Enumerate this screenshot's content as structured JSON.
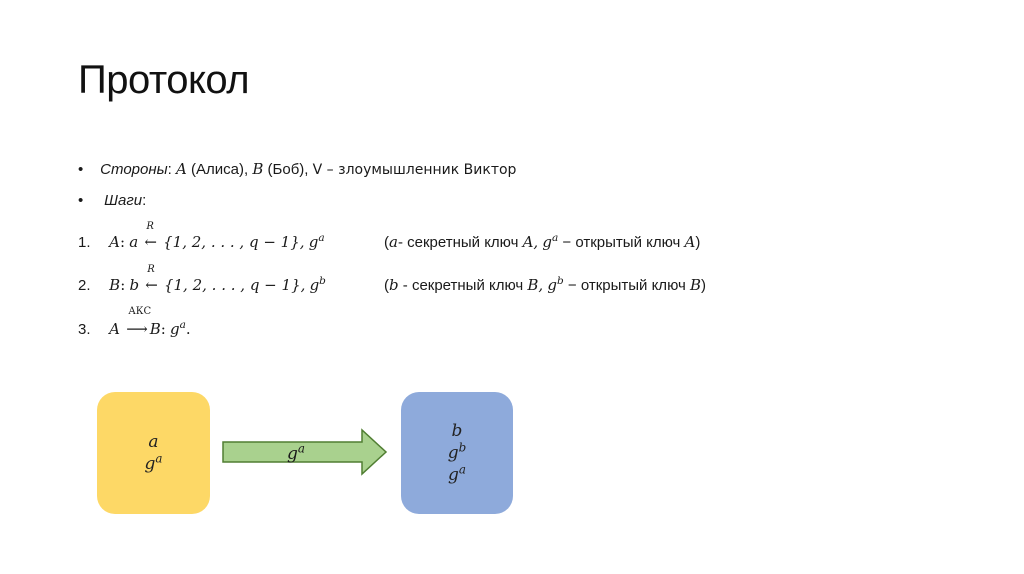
{
  "title": "Протокол",
  "bullets": {
    "parties": {
      "label": "Стороны",
      "colon": ":",
      "a_sym": "A",
      "a_name": "(Алиса),",
      "b_sym": "B",
      "b_name": "(Боб),",
      "v_text": "V – злоумышленник Виктор"
    },
    "steps_label": "Шаги",
    "steps_colon": ":"
  },
  "steps": [
    {
      "num": "1.",
      "party": "A",
      "colon": ":",
      "var": "a",
      "arrow_label": "R",
      "set": "{1, 2, . . . , q  − 1},",
      "result_base": "g",
      "result_exp": "a",
      "note_open": "(",
      "note_var": "a",
      "note_text1": "- секретный ключ",
      "note_party1": "A,",
      "note_pub_base": "g",
      "note_pub_exp": "a",
      "note_text2": " − открытый ключ",
      "note_party2": "A",
      "note_close": ")"
    },
    {
      "num": "2.",
      "party": "B",
      "colon": ":",
      "var": "b",
      "arrow_label": "R",
      "set": "{1, 2, . . . , q  − 1},",
      "result_base": "g",
      "result_exp": "b",
      "note_open": "(",
      "note_var": "b",
      "note_text1": " - секретный ключ",
      "note_party1": "B,",
      "note_pub_base": "g",
      "note_pub_exp": "b",
      "note_text2": " − открытый ключ",
      "note_party2": "B",
      "note_close": ")"
    },
    {
      "num": "3.",
      "from": "A",
      "channel": "АКС",
      "to": "B",
      "colon": ":",
      "msg_base": "g",
      "msg_exp": "a",
      "end": "."
    }
  ],
  "diagram": {
    "alice_box": {
      "line1": "a",
      "line2_base": "g",
      "line2_exp": "a",
      "color": "#fdd866"
    },
    "message_arrow": {
      "label_base": "g",
      "label_exp": "a",
      "color": "#a9d18e"
    },
    "bob_box": {
      "line1": "b",
      "line2_base": "g",
      "line2_exp": "b",
      "line3_base": "g",
      "line3_exp": "a",
      "color": "#8eaadb"
    }
  }
}
